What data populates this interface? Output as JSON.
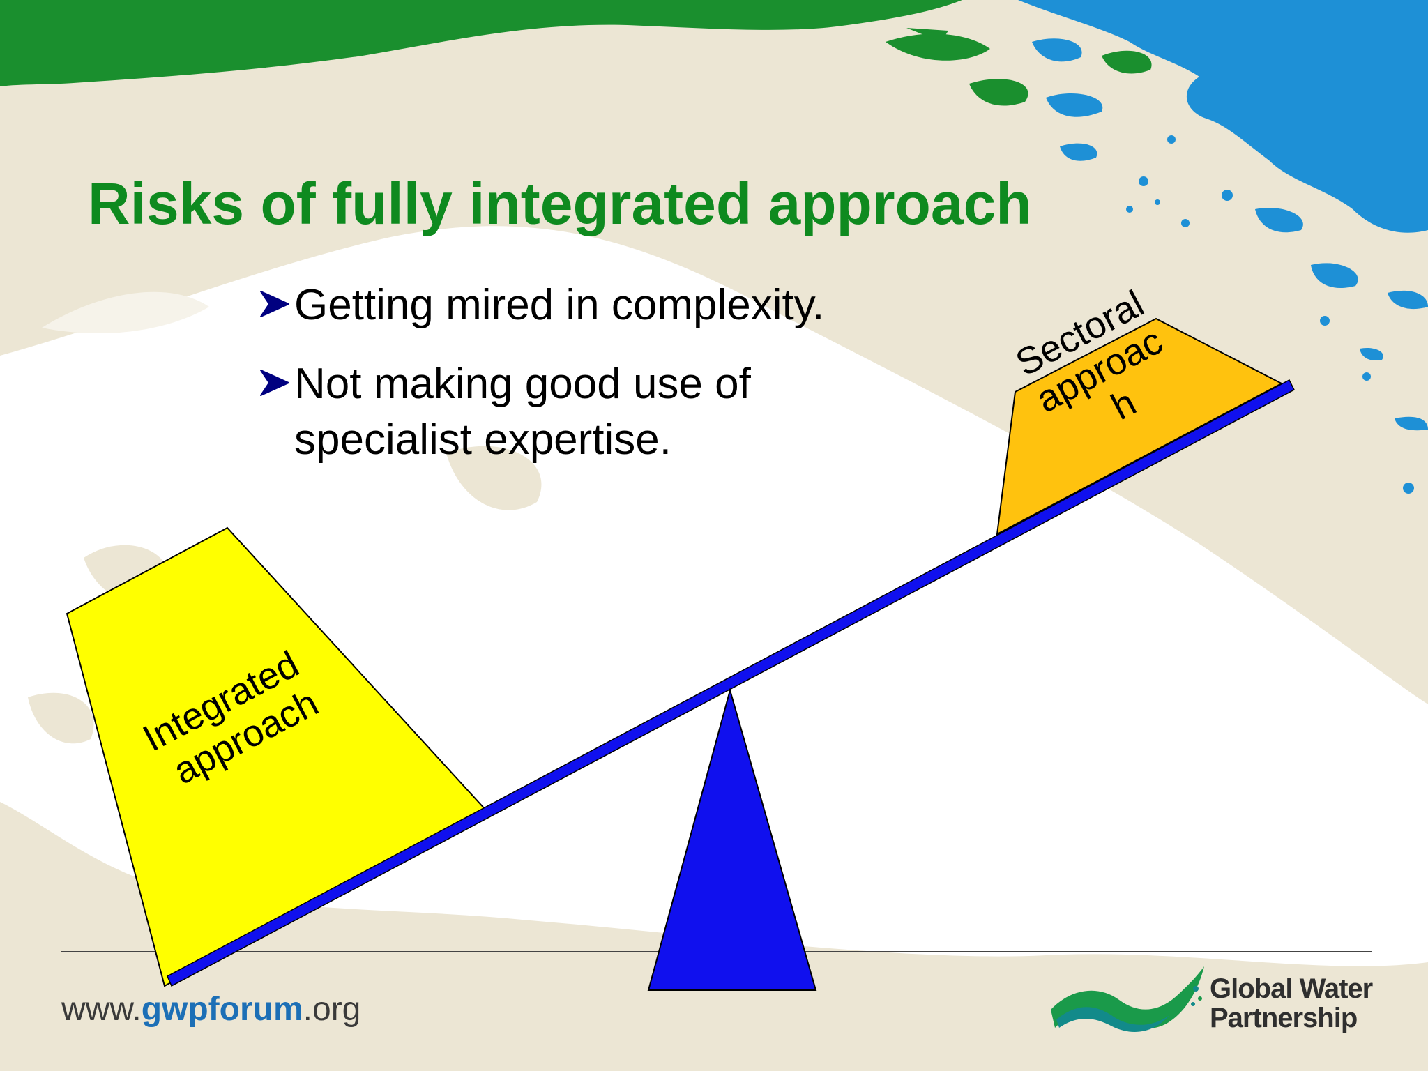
{
  "slide": {
    "title": "Risks of fully integrated approach",
    "bullets": [
      "Getting mired in complexity.",
      "Not making good use of specialist expertise."
    ]
  },
  "diagram": {
    "left_weight_label": [
      "Integrated",
      "approach"
    ],
    "right_weight_label": [
      "Sectoral",
      "approac",
      "h"
    ]
  },
  "footer": {
    "url_prefix": "www.",
    "url_accent": "gwpforum",
    "url_suffix": ".org",
    "logo_line1": "Global Water",
    "logo_line2": "Partnership"
  },
  "colors": {
    "title_green": "#0e8a1f",
    "seesaw_blue": "#1010ee",
    "left_weight": "#ffff00",
    "right_weight": "#ffc20e",
    "map_green": "#1a8f2e",
    "map_water": "#1e90d6",
    "map_land": "#ece6d4"
  }
}
